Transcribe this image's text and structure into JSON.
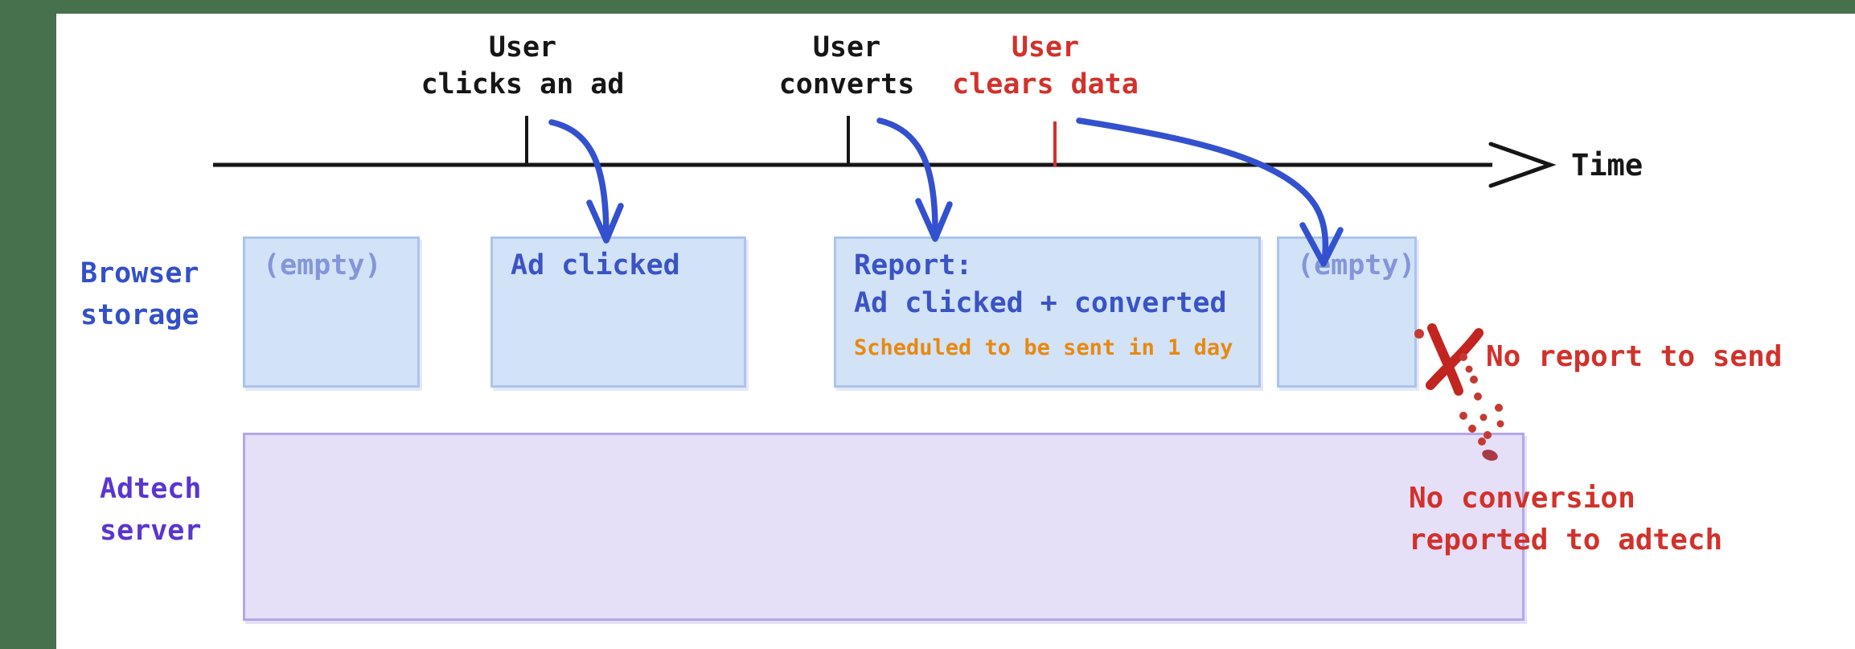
{
  "timeline": {
    "label": "Time",
    "events": [
      {
        "id": "click",
        "line1": "User",
        "line2": "clicks an ad",
        "color": "black"
      },
      {
        "id": "convert",
        "line1": "User",
        "line2": "converts",
        "color": "black"
      },
      {
        "id": "clear",
        "line1": "User",
        "line2": "clears data",
        "color": "red"
      }
    ]
  },
  "row_labels": {
    "browser": {
      "line1": "Browser",
      "line2": "storage"
    },
    "adtech": {
      "line1": "Adtech",
      "line2": "server"
    }
  },
  "boxes": {
    "empty1": {
      "text": "(empty)"
    },
    "ad_clicked": {
      "text": "Ad clicked"
    },
    "report": {
      "line1": "Report:",
      "line2": "Ad clicked + converted",
      "note": "Scheduled to be sent in 1 day"
    },
    "empty2": {
      "text": "(empty)"
    }
  },
  "annotations": {
    "no_report": {
      "text": "No report to send"
    },
    "no_conversion": {
      "line1": "No conversion",
      "line2": "reported to adtech"
    }
  },
  "colors": {
    "frame": "#47704d",
    "black": "#161616",
    "red": "#d2312b",
    "red_x": "#c2251f",
    "red_dot": "#c43a33",
    "red_blob": "#a93a48",
    "blue_arrow": "#3351cf",
    "box_fill": "#d2e2f7",
    "box_border": "#aac4ee",
    "box_text": "#3a53c5",
    "empty_text": "#8496d8",
    "orange": "#e8890f",
    "purple_fill": "#e5dff8",
    "purple_border": "#b5a6ea",
    "purple_text": "#5a35cf",
    "browser_label": "#3350c7"
  }
}
